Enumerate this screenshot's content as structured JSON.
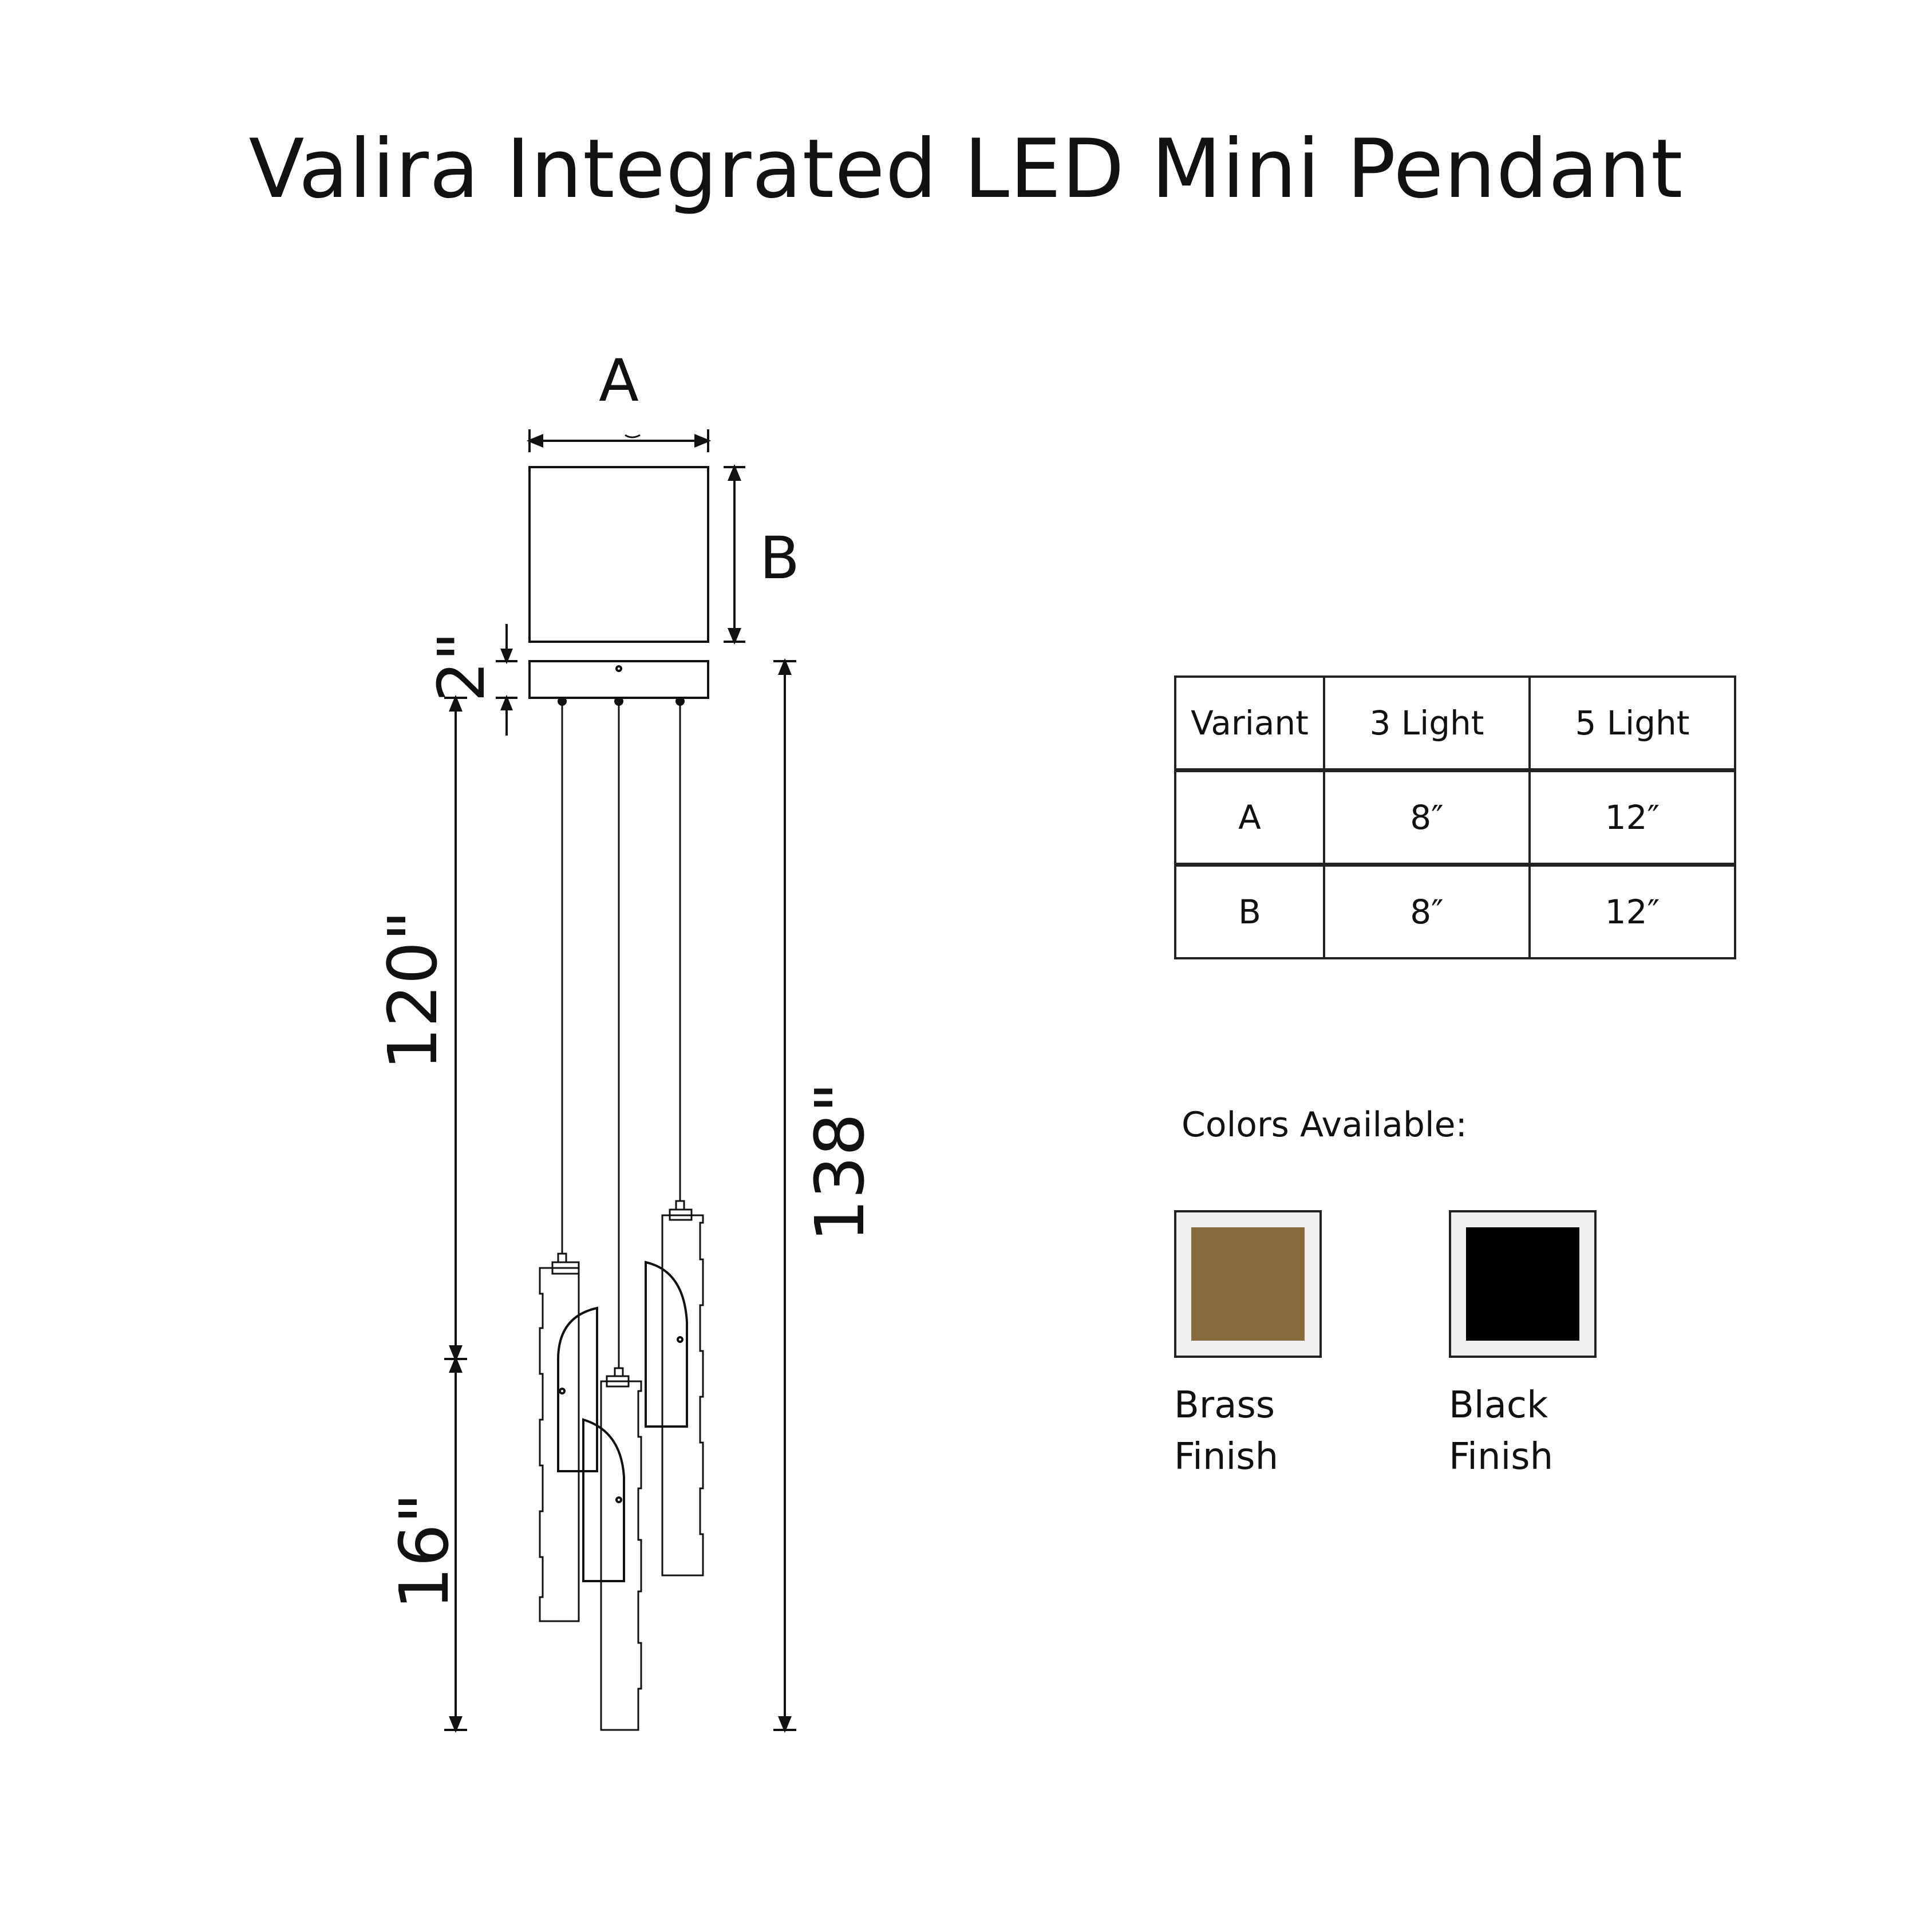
{
  "title": "Valira Integrated LED Mini Pendant",
  "diagram": {
    "dim_a": "A",
    "dim_b": "B",
    "dim_canopy_gap": "2\"",
    "dim_cord": "120\"",
    "dim_pendant": "16\"",
    "dim_total": "138\""
  },
  "spec_table": {
    "headers": [
      "Variant",
      "3 Light",
      "5 Light"
    ],
    "rows": [
      [
        "A",
        "8″",
        "12″"
      ],
      [
        "B",
        "8″",
        "12″"
      ]
    ]
  },
  "colors": {
    "label": "Colors Available:",
    "items": [
      {
        "line1": "Brass",
        "line2": "Finish",
        "hex": "#876b3f"
      },
      {
        "line1": "Black",
        "line2": "Finish",
        "hex": "#000000"
      }
    ]
  }
}
